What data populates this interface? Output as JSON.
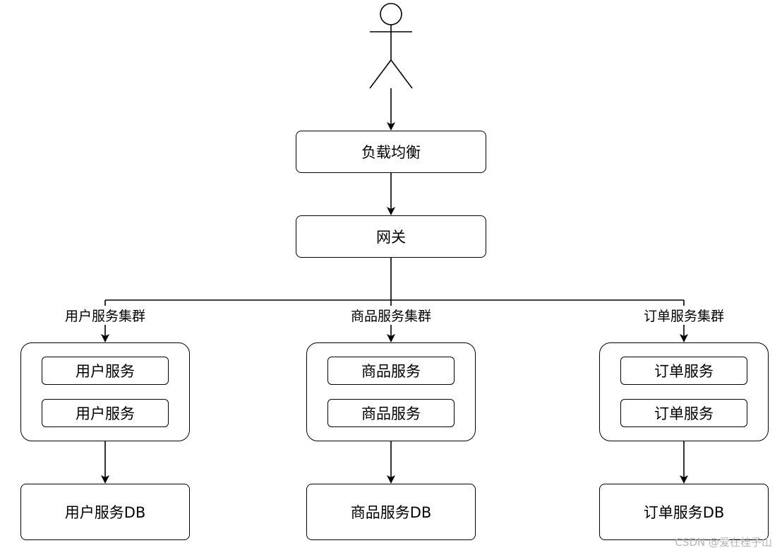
{
  "diagram": {
    "load_balancer": "负载均衡",
    "gateway": "网关",
    "clusters": [
      {
        "label": "用户服务集群",
        "services": [
          "用户服务",
          "用户服务"
        ],
        "db": "用户服务DB"
      },
      {
        "label": "商品服务集群",
        "services": [
          "商品服务",
          "商品服务"
        ],
        "db": "商品服务DB"
      },
      {
        "label": "订单服务集群",
        "services": [
          "订单服务",
          "订单服务"
        ],
        "db": "订单服务DB"
      }
    ]
  },
  "watermark": "CSDN @爱在桂子山"
}
